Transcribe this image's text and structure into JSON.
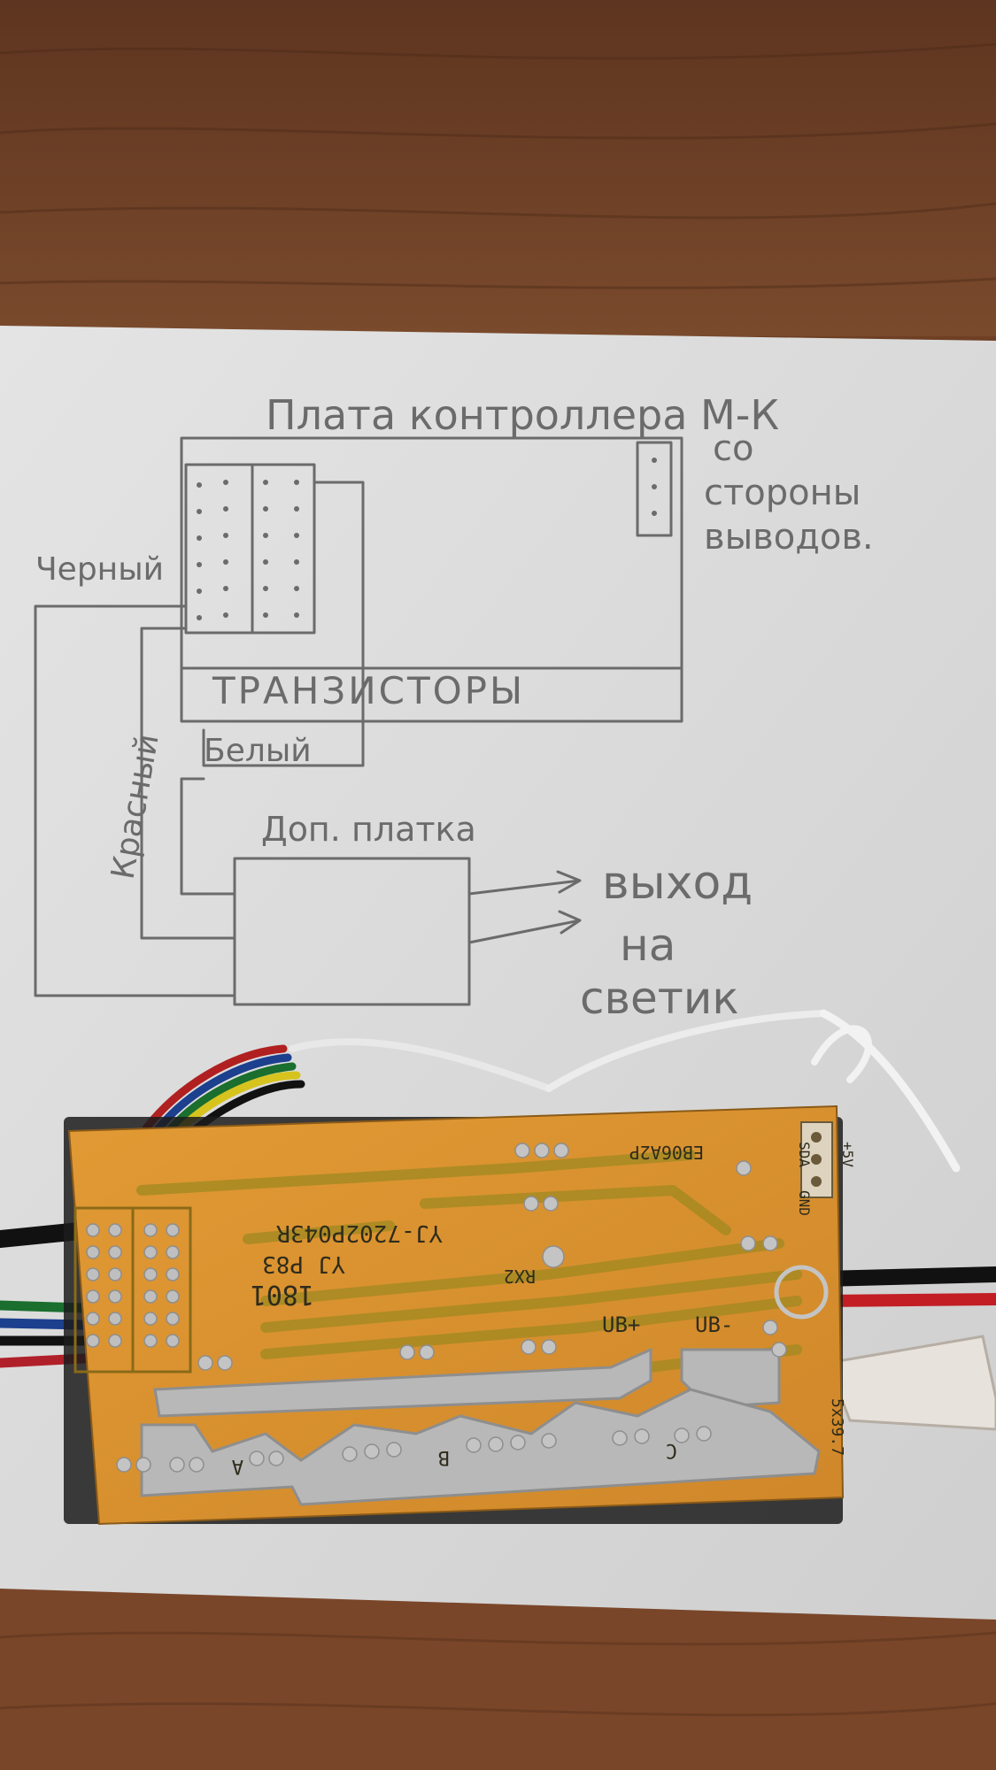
{
  "sketch": {
    "title": "Плата контроллера М-К",
    "subtitle_lines": [
      "со",
      "стороны",
      "выводов."
    ],
    "transistors": "ТРАНЗИСТОРЫ",
    "wire_black": "Черный",
    "wire_red": "Красный",
    "wire_white": "Белый",
    "aux_board": "Доп. платка",
    "output_lines": [
      "выход",
      "на",
      "светик"
    ]
  },
  "pcb": {
    "model": "YJ-7202P043R",
    "code": "YJ P83",
    "date": "1801",
    "rev": "EB06A2P",
    "rx": "RX2",
    "ub_plus": "UB+",
    "ub_minus": "UB-",
    "phase_a": "A",
    "phase_b": "B",
    "phase_c": "C",
    "conn_5v": "+5V",
    "conn_sda": "SDA",
    "conn_gnd": "GND",
    "size": "5x39.7"
  },
  "colors": {
    "table_wood": "#6e3f24",
    "paper": "#dcdcdc",
    "pencil": "#6b6b6b",
    "pcb": "#d99330",
    "trace": "#a78a22",
    "solder": "#b8b8b8"
  }
}
